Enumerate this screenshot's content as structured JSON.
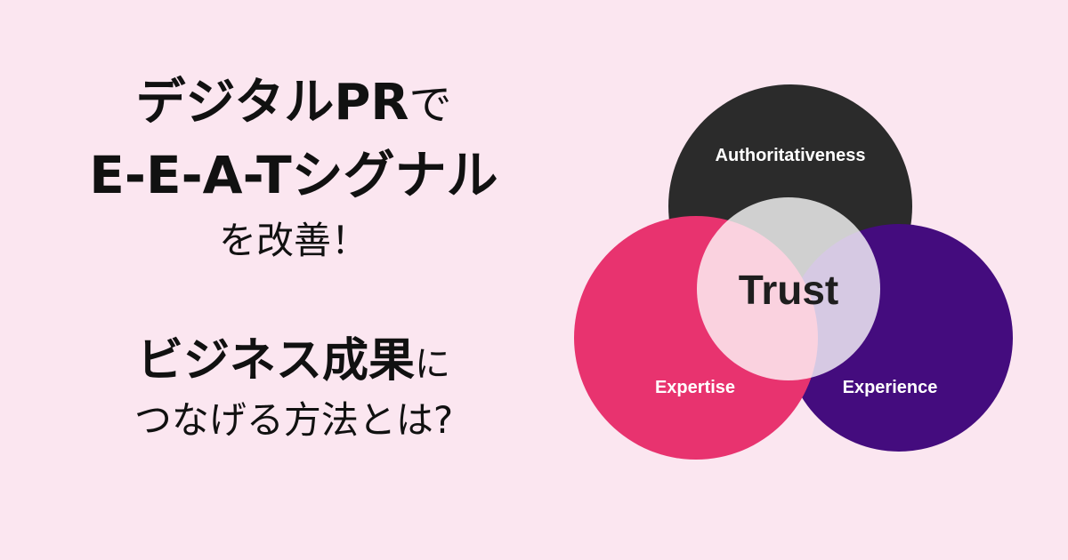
{
  "headline": {
    "line1_bold": "デジタルPR",
    "line1_regular": "で",
    "line2_bold": "E-E-A-Tシグナル",
    "line3_regular": "を改善！",
    "line4_bold": "ビジネス成果",
    "line4_regular": "に",
    "line5_regular": "つなげる方法とは?"
  },
  "diagram": {
    "top_label": "Authoritativeness",
    "left_label": "Expertise",
    "right_label": "Experience",
    "center_label": "Trust",
    "colors": {
      "background": "#fbe6f0",
      "authoritativeness": "#2b2b2b",
      "expertise": "#e8336f",
      "experience": "#440c7e",
      "trust": "#ffffff"
    }
  }
}
